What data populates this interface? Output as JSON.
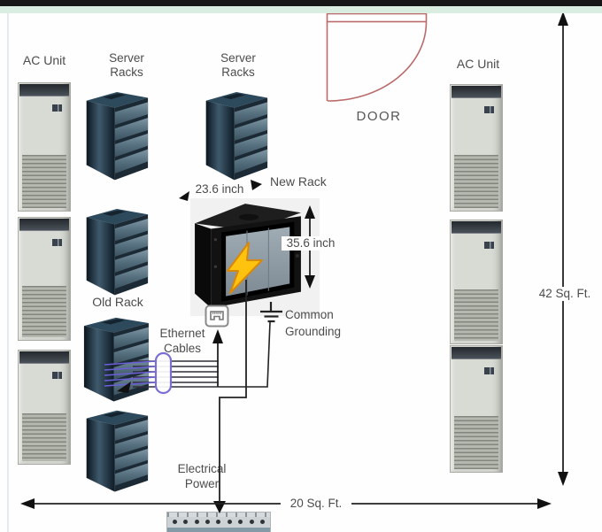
{
  "labels": {
    "ac_unit_left": "AC Unit",
    "ac_unit_right": "AC Unit",
    "server_racks_left": "Server\nRacks",
    "server_racks_center": "Server\nRacks",
    "old_rack": "Old Rack",
    "new_rack": "New Rack",
    "door": "DOOR",
    "rack_width": "23.6 inch",
    "rack_height": "35.6 inch",
    "ethernet_cables": "Ethernet\nCables",
    "common_grounding": "Common\nGrounding",
    "electrical_power": "Electrical\nPower",
    "room_length_dim": "42 Sq. Ft.",
    "room_width_dim": "20 Sq. Ft."
  },
  "colors": {
    "door_outline": "#bb6b6b",
    "lightning_bolt": "#ffc30f",
    "ethernet_cable": "#6b5fd6",
    "wire_line": "#222222",
    "top_bar": "#161616",
    "mint_strip": "#d9eee1"
  }
}
